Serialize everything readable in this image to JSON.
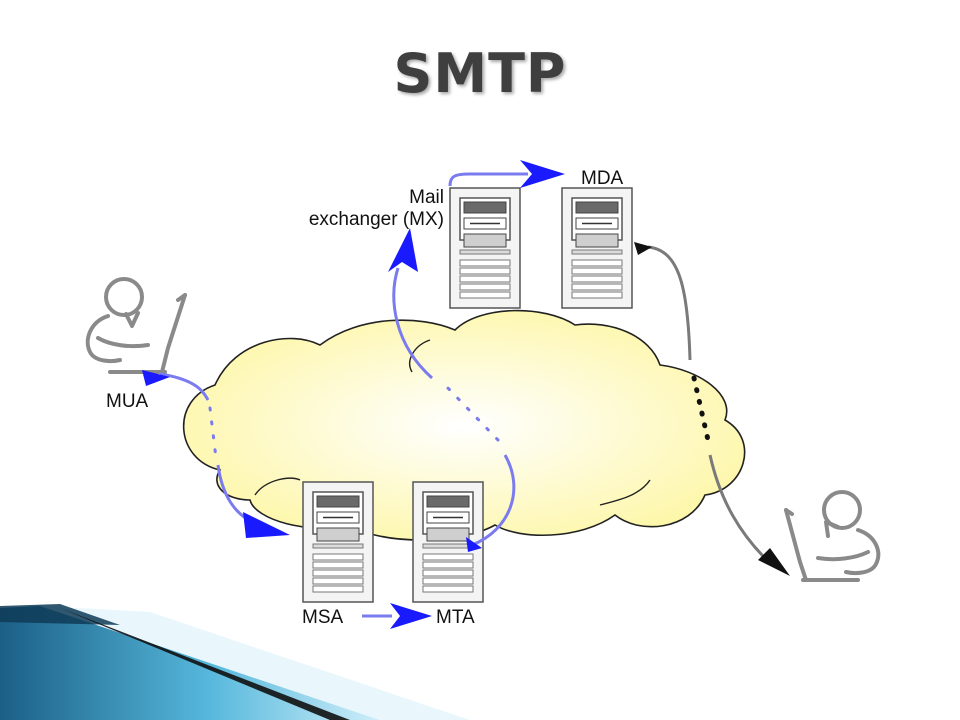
{
  "slide": {
    "title": "SMTP"
  },
  "diagram": {
    "labels": {
      "mua": "MUA",
      "msa": "MSA",
      "mta": "MTA",
      "mx_line1": "Mail",
      "mx_line2": "exchanger (MX)",
      "mda": "MDA"
    }
  },
  "colors": {
    "flow_arrow": "#1a1aff",
    "flow_line": "#7b7bf0",
    "final_delivery": "#7a7a7a",
    "cloud_fill": "#fdf6a3",
    "cloud_stroke": "#222222",
    "decor_band": "#3aa0c8"
  }
}
